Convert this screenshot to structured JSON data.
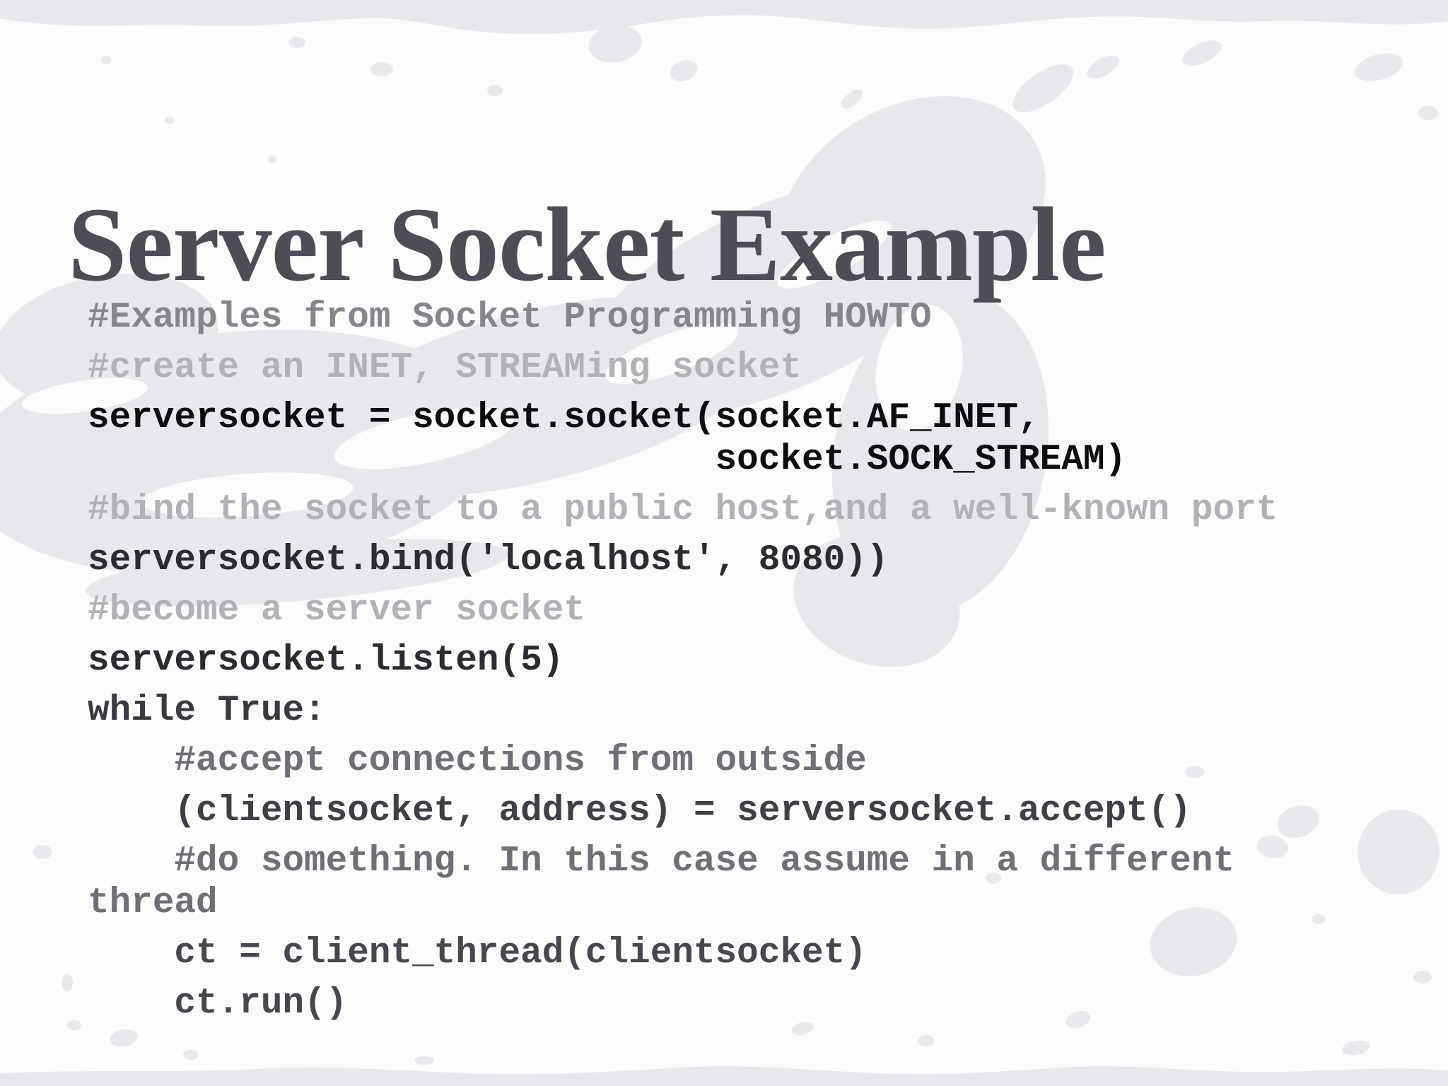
{
  "title": "Server Socket Example",
  "colors": {
    "background": "#fbfbfc",
    "texture": "#e8e8ec",
    "texture_light": "#e9e9ed",
    "title_text": "#4d4d57",
    "code_black": "#0d0d10",
    "code_dark": "#2b2b31",
    "comment_medium": "#85858d",
    "comment_light": "#b1b1b7",
    "comment_gray": "#6f6f77"
  },
  "code": {
    "lines": [
      {
        "text": "#Examples from Socket Programming HOWTO",
        "role": "comment",
        "color": "#85858d",
        "continuation": false
      },
      {
        "text": "#create an INET, STREAMing socket",
        "role": "comment",
        "color": "#b1b1b7",
        "continuation": false
      },
      {
        "text": "serversocket = socket.socket(socket.AF_INET,",
        "role": "code",
        "color": "#0d0d10",
        "continuation": false
      },
      {
        "text": "                             socket.SOCK_STREAM)",
        "role": "code",
        "color": "#0d0d10",
        "continuation": true
      },
      {
        "text": "#bind the socket to a public host,and a well-known port",
        "role": "comment",
        "color": "#b1b1b7",
        "continuation": false
      },
      {
        "text": "serversocket.bind('localhost', 8080))",
        "role": "code",
        "color": "#2b2b31",
        "continuation": false
      },
      {
        "text": "#become a server socket",
        "role": "comment",
        "color": "#b1b1b7",
        "continuation": false
      },
      {
        "text": "serversocket.listen(5)",
        "role": "code",
        "color": "#2b2b31",
        "continuation": false
      },
      {
        "text": "while True:",
        "role": "code",
        "color": "#3a3a42",
        "continuation": false
      },
      {
        "text": "    #accept connections from outside",
        "role": "comment",
        "color": "#6f6f77",
        "continuation": false
      },
      {
        "text": "    (clientsocket, address) = serversocket.accept()",
        "role": "code",
        "color": "#3f3f47",
        "continuation": false
      },
      {
        "text": "    #do something. In this case assume in a different",
        "role": "comment",
        "color": "#6f6f77",
        "continuation": false
      },
      {
        "text": "thread",
        "role": "comment",
        "color": "#6f6f77",
        "continuation": true
      },
      {
        "text": "    ct = client_thread(clientsocket)",
        "role": "code",
        "color": "#47474f",
        "continuation": false
      },
      {
        "text": "    ct.run()",
        "role": "code",
        "color": "#47474f",
        "continuation": false
      }
    ]
  }
}
